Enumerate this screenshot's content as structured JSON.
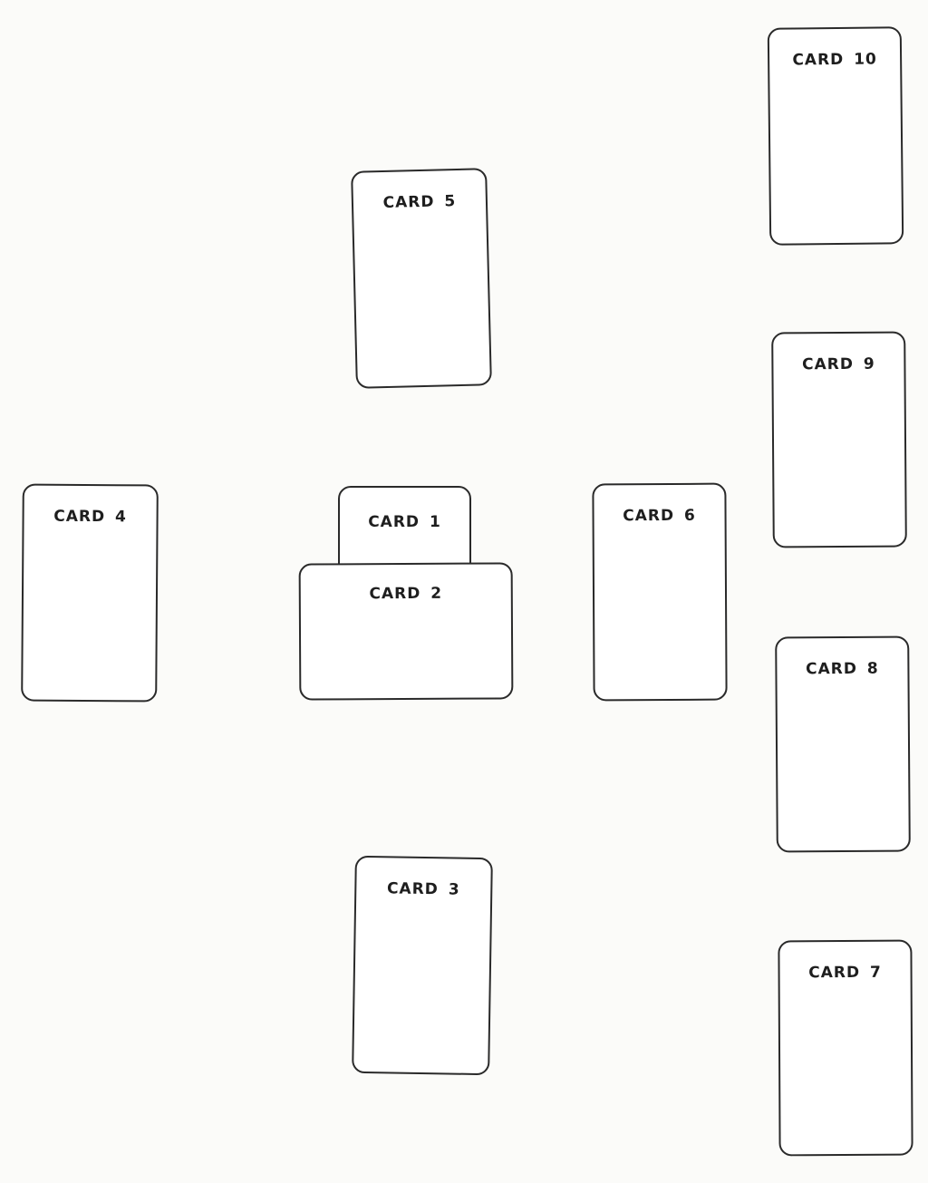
{
  "cards": {
    "card1": {
      "label": "CARD 1"
    },
    "card2": {
      "label": "CARD 2"
    },
    "card3": {
      "label": "CARD 3"
    },
    "card4": {
      "label": "CARD 4"
    },
    "card5": {
      "label": "CARD 5"
    },
    "card6": {
      "label": "CARD 6"
    },
    "card7": {
      "label": "CARD 7"
    },
    "card8": {
      "label": "CARD 8"
    },
    "card9": {
      "label": "CARD 9"
    },
    "card10": {
      "label": "CARD 10"
    }
  },
  "colors": {
    "background": "#fbfbf9",
    "card_fill": "#ffffff",
    "card_outline": "#2a2a2a",
    "label_text": "#1e1e1e"
  }
}
